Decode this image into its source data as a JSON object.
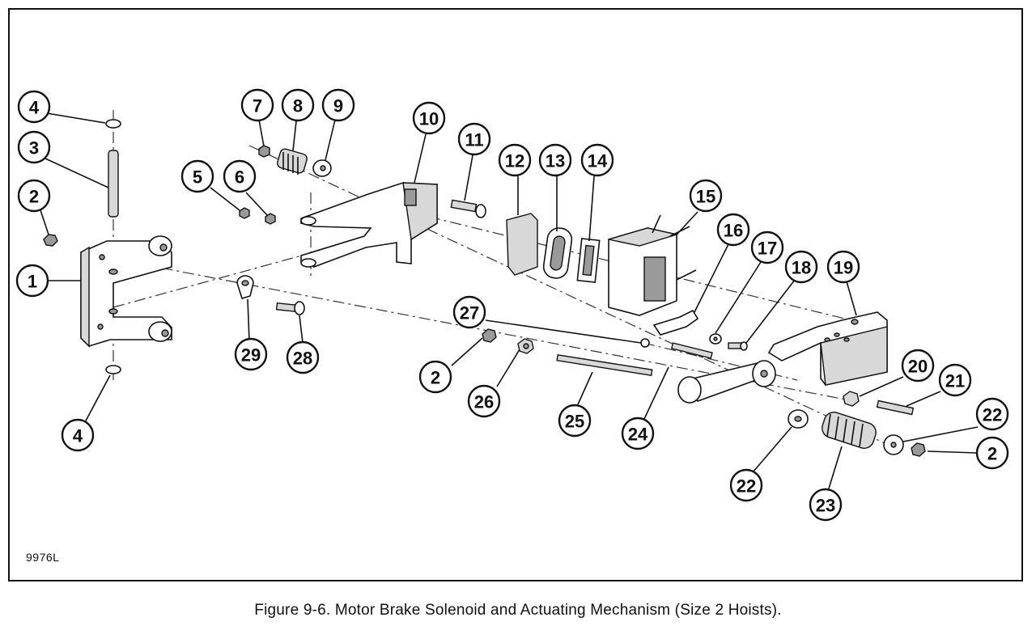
{
  "figure": {
    "caption": "Figure 9-6.  Motor Brake Solenoid and Actuating Mechanism (Size 2 Hoists).",
    "drawing_number": "9976L"
  },
  "callouts": [
    {
      "id": "c1",
      "label": "1"
    },
    {
      "id": "c2a",
      "label": "2"
    },
    {
      "id": "c3",
      "label": "3"
    },
    {
      "id": "c4a",
      "label": "4"
    },
    {
      "id": "c4b",
      "label": "4"
    },
    {
      "id": "c5",
      "label": "5"
    },
    {
      "id": "c6",
      "label": "6"
    },
    {
      "id": "c7",
      "label": "7"
    },
    {
      "id": "c8",
      "label": "8"
    },
    {
      "id": "c9",
      "label": "9"
    },
    {
      "id": "c10",
      "label": "10"
    },
    {
      "id": "c11",
      "label": "11"
    },
    {
      "id": "c12",
      "label": "12"
    },
    {
      "id": "c13",
      "label": "13"
    },
    {
      "id": "c14",
      "label": "14"
    },
    {
      "id": "c15",
      "label": "15"
    },
    {
      "id": "c16",
      "label": "16"
    },
    {
      "id": "c17",
      "label": "17"
    },
    {
      "id": "c18",
      "label": "18"
    },
    {
      "id": "c19",
      "label": "19"
    },
    {
      "id": "c2b",
      "label": "2"
    },
    {
      "id": "c26",
      "label": "26"
    },
    {
      "id": "c25",
      "label": "25"
    },
    {
      "id": "c24",
      "label": "24"
    },
    {
      "id": "c27",
      "label": "27"
    },
    {
      "id": "c20",
      "label": "20"
    },
    {
      "id": "c21",
      "label": "21"
    },
    {
      "id": "c22a",
      "label": "22"
    },
    {
      "id": "c2c",
      "label": "2"
    },
    {
      "id": "c22b",
      "label": "22"
    },
    {
      "id": "c23",
      "label": "23"
    },
    {
      "id": "c28",
      "label": "28"
    },
    {
      "id": "c29",
      "label": "29"
    }
  ]
}
